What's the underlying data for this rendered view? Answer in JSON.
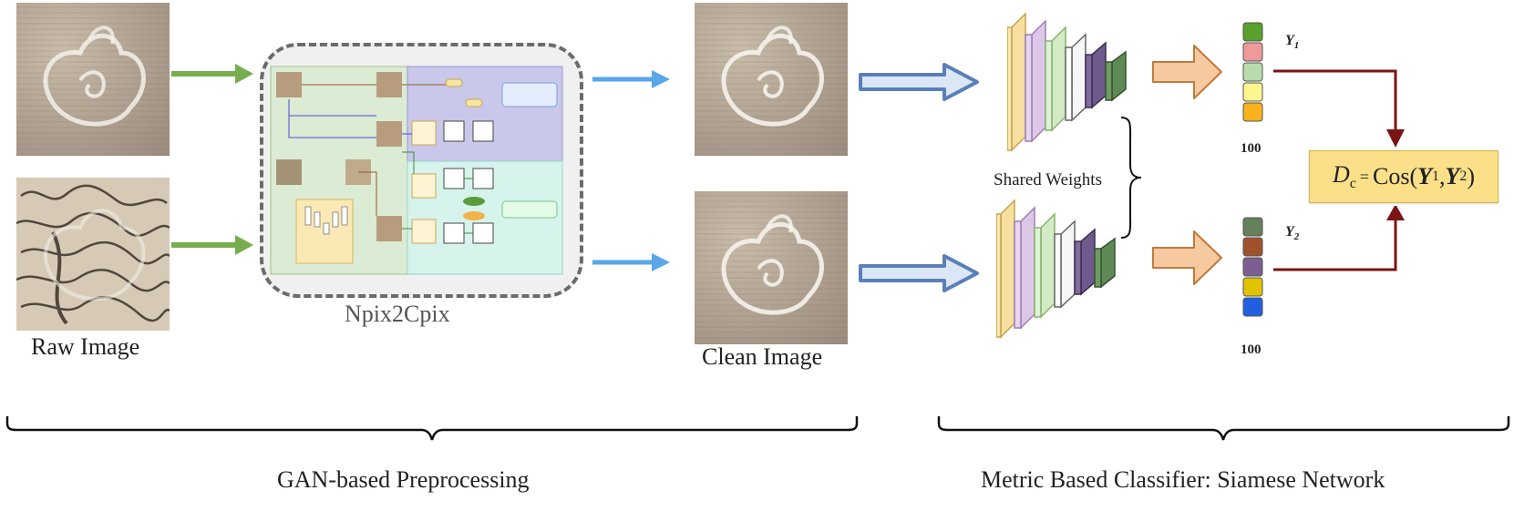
{
  "labels": {
    "raw_image": "Raw Image",
    "npix2cpix": "Npix2Cpix",
    "clean_image": "Clean Image",
    "shared_weights": "Shared Weights",
    "gan_preprocessing": "GAN-based Preprocessing",
    "metric_classifier": "Metric Based Classifier: Siamese Network",
    "top_output_size": "100",
    "bottom_output_size": "100"
  },
  "outputs": {
    "y1": {
      "symbol": "Y",
      "sub": "1"
    },
    "y2": {
      "symbol": "Y",
      "sub": "2"
    }
  },
  "formula": {
    "lhs": "D",
    "lhs_sub": "c",
    "eq": "=",
    "func": "Cos(",
    "a": "Y",
    "a_sub": "1",
    "comma": ",",
    "b": "Y",
    "b_sub": "2",
    "close": ")"
  },
  "colors": {
    "green_arrow": "#77ad4e",
    "blue_arrow": "#5aa6e8",
    "hollow_arrow_fill": "#dbe6f6",
    "hollow_arrow_stroke": "#5a7fb8",
    "orange_arrow_fill": "#f7c9a0",
    "orange_arrow_stroke": "#c07a3c",
    "red_arrow": "#7a1414",
    "formula_bg": "#fbe089",
    "top_vector": [
      "#5aa02c",
      "#ef9a9a",
      "#b9dcac",
      "#fdf58e",
      "#f8b21c"
    ],
    "bottom_vector": [
      "#66805c",
      "#a0522d",
      "#7c5f92",
      "#e0c400",
      "#1f5fe0"
    ]
  }
}
